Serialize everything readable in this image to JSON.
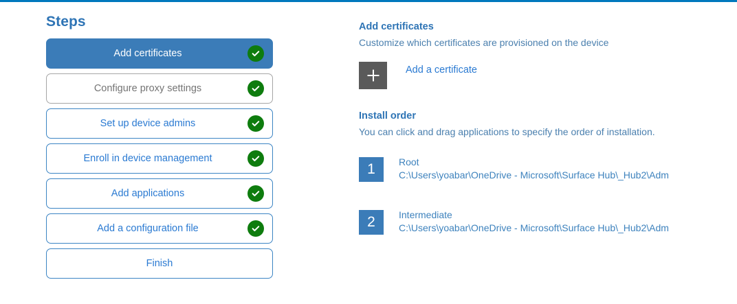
{
  "theme": {
    "accent_bar": "#0078bd",
    "active_step": "#3b7cb8",
    "link_blue": "#2a7ad2",
    "heading_blue": "#2e74b5",
    "complete_green": "#0e7c0e",
    "tile_gray": "#5a5a5a",
    "muted_text": "#747474"
  },
  "steps_panel": {
    "title": "Steps",
    "items": [
      {
        "label": "Add certificates",
        "state": "active",
        "completed": true,
        "check_icon": "check-circle-icon"
      },
      {
        "label": "Configure proxy settings",
        "state": "muted",
        "completed": true,
        "check_icon": "check-circle-icon"
      },
      {
        "label": "Set up device admins",
        "state": "default",
        "completed": true,
        "check_icon": "check-circle-icon"
      },
      {
        "label": "Enroll in device management",
        "state": "default",
        "completed": true,
        "check_icon": "check-circle-icon"
      },
      {
        "label": "Add applications",
        "state": "default",
        "completed": true,
        "check_icon": "check-circle-icon"
      },
      {
        "label": "Add a configuration file",
        "state": "default",
        "completed": true,
        "check_icon": "check-circle-icon"
      },
      {
        "label": "Finish",
        "state": "default",
        "completed": false,
        "check_icon": null
      }
    ]
  },
  "detail": {
    "certificates": {
      "heading": "Add certificates",
      "description": "Customize which certificates are provisioned on the device",
      "add_button_label": "Add a certificate",
      "add_button_icon": "plus-icon"
    },
    "install_order": {
      "heading": "Install order",
      "description": "You can click and drag applications to specify the order of installation.",
      "items": [
        {
          "number": "1",
          "name": "Root",
          "path": "C:\\Users\\yoabar\\OneDrive - Microsoft\\Surface Hub\\_Hub2\\Adm"
        },
        {
          "number": "2",
          "name": "Intermediate",
          "path": "C:\\Users\\yoabar\\OneDrive - Microsoft\\Surface Hub\\_Hub2\\Adm"
        }
      ]
    }
  }
}
